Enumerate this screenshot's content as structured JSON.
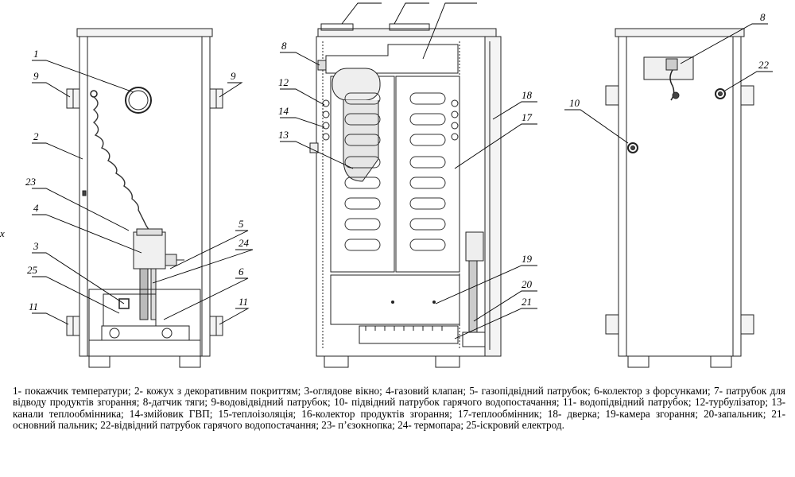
{
  "callouts": {
    "left": {
      "c1": "1",
      "c9a": "9",
      "c9b": "9",
      "c2": "2",
      "c23": "23",
      "c4": "4",
      "c5": "5",
      "c24": "24",
      "c3": "3",
      "c6": "6",
      "c25": "25",
      "c11a": "11",
      "c11b": "11"
    },
    "middle": {
      "c8": "8",
      "c12": "12",
      "c14": "14",
      "c13": "13",
      "c18": "18",
      "c17": "17",
      "c19": "19",
      "c20": "20",
      "c21": "21"
    },
    "right": {
      "c8": "8",
      "c22": "22",
      "c10": "10"
    },
    "edge_mark": "x"
  },
  "legend": {
    "text": "1- покажчик температури;  2- кожух з декоративним покриттям;  3-оглядове вікно;  4-газовий клапан;  5- газопідвідний патрубок;  6-колектор з форсунками; 7- патрубок для відводу продуктів згорання;  8-датчик тяги;  9-водовідвідний патрубок; 10- підвідний патрубок гарячого водопостачання; 11- водопідвідний патрубок; 12-турбулізатор; 13-канали теплообмінника; 14-змійовик ГВП; 15-теплоізоляція; 16-колектор продуктів згорання; 17-теплообмінник; 18- дверка; 19-камера згорання; 20-запальник; 21-основний пальник; 22-відвідний патрубок гарячого водопостачання;  23- п’єзокнопка;  24- термопара; 25-іскровий електрод."
  }
}
